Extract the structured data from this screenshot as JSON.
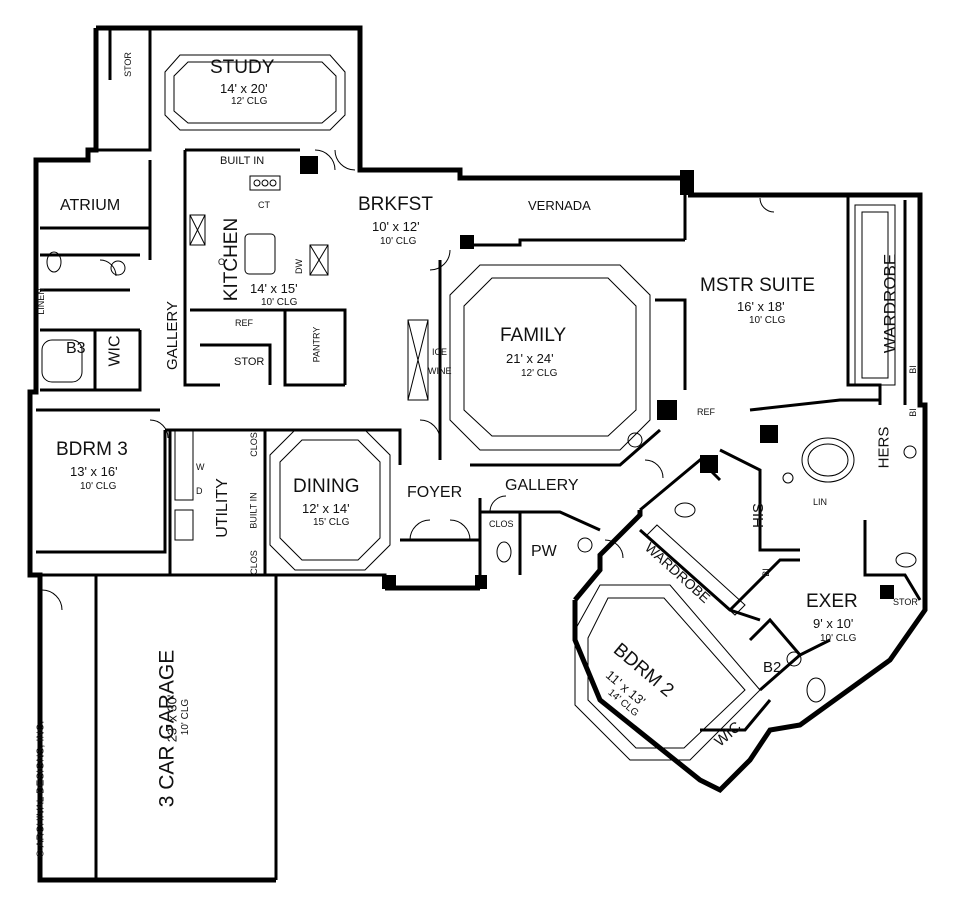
{
  "rooms": {
    "study": {
      "name": "STUDY",
      "dim": "14' x 20'",
      "clg": "12' CLG"
    },
    "brkfst": {
      "name": "BRKFST",
      "dim": "10' x 12'",
      "clg": "10' CLG"
    },
    "vernada": {
      "name": "VERNADA"
    },
    "kitchen": {
      "name": "KITCHEN",
      "dim": "14' x 15'",
      "clg": "10' CLG"
    },
    "family": {
      "name": "FAMILY",
      "dim": "21' x 24'",
      "clg": "12' CLG"
    },
    "mstr_suite": {
      "name": "MSTR SUITE",
      "dim": "16' x 18'",
      "clg": "10' CLG"
    },
    "atrium": {
      "name": "ATRIUM"
    },
    "gallery_west": {
      "name": "GALLERY"
    },
    "gallery_east": {
      "name": "GALLERY"
    },
    "bdrm3": {
      "name": "BDRM 3",
      "dim": "13' x 16'",
      "clg": "10' CLG"
    },
    "dining": {
      "name": "DINING",
      "dim": "12' x 14'",
      "clg": "15' CLG"
    },
    "foyer": {
      "name": "FOYER"
    },
    "utility": {
      "name": "UTILITY"
    },
    "exer": {
      "name": "EXER",
      "dim": "9' x 10'",
      "clg": "10' CLG"
    },
    "bdrm2": {
      "name": "BDRM 2",
      "dim": "11' x 13'",
      "clg": "14' CLG"
    },
    "garage": {
      "name": "3 CAR GARAGE",
      "dim": "23' x 30'",
      "clg": "10' CLG"
    },
    "pw": {
      "name": "PW"
    },
    "his": {
      "name": "HIS"
    },
    "hers": {
      "name": "HERS"
    },
    "wardrobe_master": {
      "name": "WARDROBE"
    },
    "wardrobe_b2": {
      "name": "WARDROBE"
    },
    "b3": {
      "name": "B3"
    },
    "b2": {
      "name": "B2"
    },
    "wic_b3": {
      "name": "WIC"
    },
    "wic_b2": {
      "name": "WIC"
    }
  },
  "fixtures": {
    "stor_study": "STOR",
    "built_in_kitchen": "BUILT IN",
    "ct": "CT",
    "dw": "DW",
    "o": "O",
    "ref_kitchen": "REF",
    "stor_kitchen": "STOR",
    "pantry": "PANTRY",
    "ice": "ICE",
    "wine": "WINE",
    "ref_family": "REF",
    "linen": "LINEN",
    "clos_dining_top": "CLOS",
    "clos_dining_bottom": "CLOS",
    "built_in_dining": "BUILT IN",
    "w": "W",
    "d": "D",
    "clos_gallery": "CLOS",
    "bi_wardrobe_upper": "BI",
    "bi_wardrobe_lower": "BI",
    "lin": "LIN",
    "bi_b2": "BI",
    "stor_exer": "STOR"
  },
  "copyright": "© ARCHIVAL DESIGNS, INC."
}
